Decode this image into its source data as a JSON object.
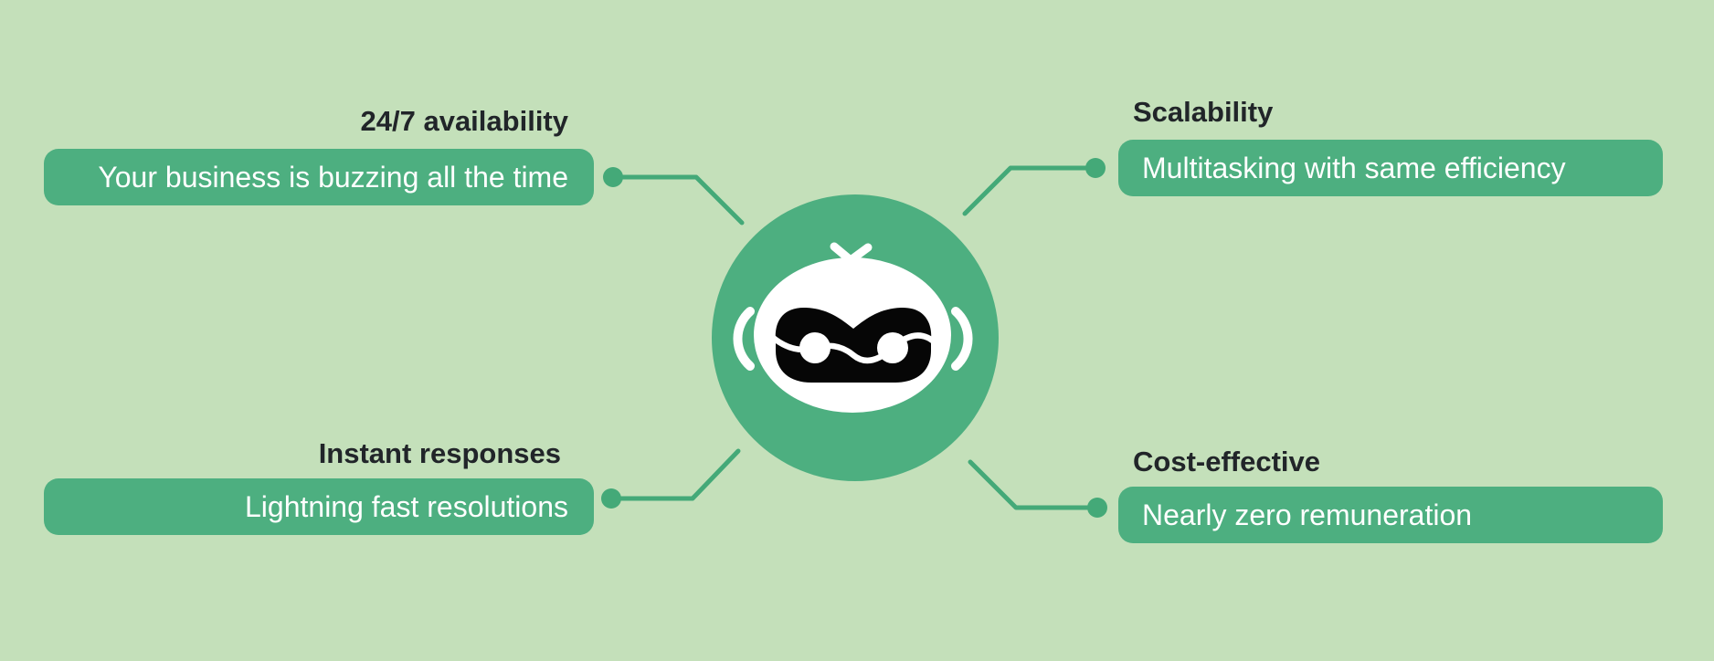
{
  "palette": {
    "background": "#c4e0ba",
    "green": "#4daf80",
    "line_green": "#44a978",
    "title_text": "#212529",
    "pill_text": "#ffffff",
    "visor_black": "#060606"
  },
  "diagram": {
    "subject": "chatbot-benefits",
    "center_icon": "chatbot-robot-face",
    "features": [
      {
        "id": "availability",
        "side": "top-left",
        "title": "24/7 availability",
        "description": "Your business is buzzing all the time"
      },
      {
        "id": "scalability",
        "side": "top-right",
        "title": "Scalability",
        "description": "Multitasking with same efficiency"
      },
      {
        "id": "instant-responses",
        "side": "bottom-left",
        "title": "Instant responses",
        "description": "Lightning fast resolutions"
      },
      {
        "id": "cost-effective",
        "side": "bottom-right",
        "title": "Cost-effective",
        "description": "Nearly zero remuneration"
      }
    ]
  }
}
